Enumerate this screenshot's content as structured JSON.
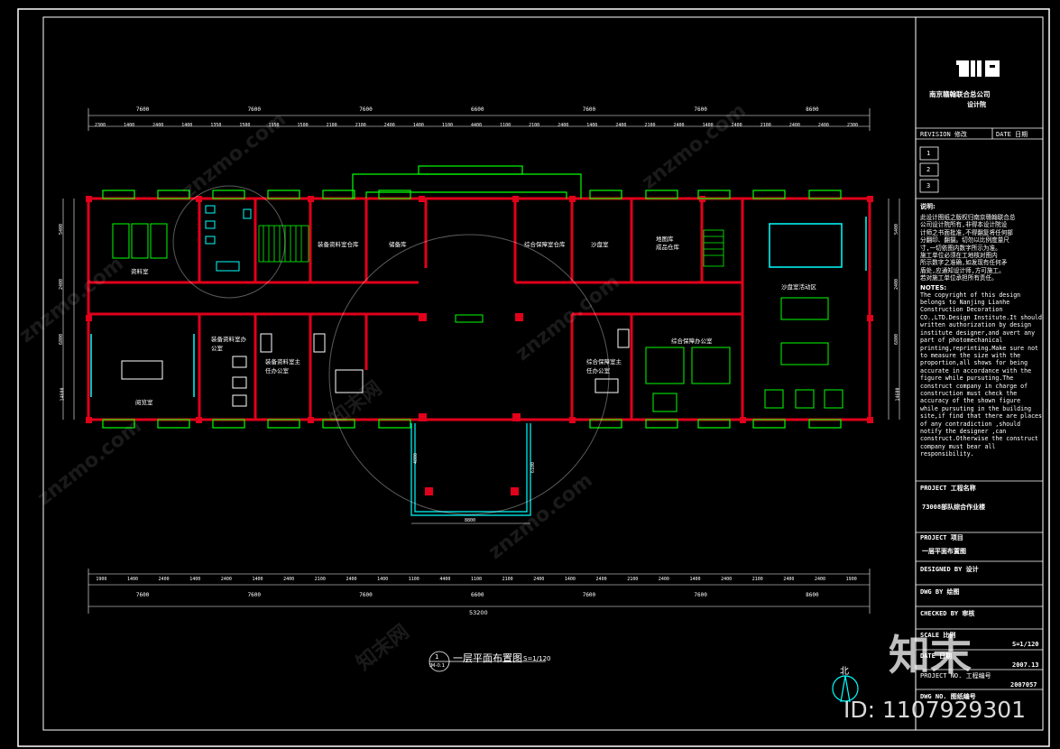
{
  "company": {
    "name": "南京赣翰联合总公司",
    "institute": "设计院"
  },
  "revision": {
    "header": "REVISION 修改",
    "date_header": "DATE 日期",
    "items": [
      "1",
      "2",
      "3"
    ]
  },
  "notes": {
    "title": "说明:",
    "cn": [
      "此设计图纸之版权归南京赣翰联合总",
      "公司设计院所有,非得本设计院设",
      "计师之书面批准,不得翻复将任何部",
      "分翻印、翻摄。切勿以比例度量尺",
      "寸,一切依图内数字所示为准。",
      "    施工单位必须在工地核对图内",
      "所示数字之准确,如发现有任何矛",
      "盾处,应通知设计师,方可施工。",
      "若对施工单位承担所有责任。"
    ],
    "en_title": "NOTES:",
    "en": [
      "The copyright of this design",
      "belongs to Nanjing Lianhe",
      "Construction Decoration",
      "CO.,LTD.Design Institute.It should",
      "written authorization by design",
      "institute designer,and avert any",
      "part of photomechanical",
      "printing,reprinting.Make sure not",
      "to measure the size with the",
      "proportion,all shows for being",
      "accurate in accordance with the",
      "figure while pursuting.The",
      "construct company in charge of",
      "construction must check the",
      "accuracy of the shown figure",
      "while pursuting in the building",
      "site,if find that there are places",
      "of any contradiction ,should",
      "notify the designer ,can",
      "construct.Otherwise the construct",
      "company must bear all",
      "responsibility."
    ]
  },
  "project": {
    "label": "PROJECT 工程名称",
    "name": "73008部队综合作业楼",
    "drawing_label": "PROJECT 项目",
    "drawing_name": "一层平面布置图"
  },
  "meta": {
    "designed": "DESIGNED BY 设计",
    "drawn": "DWG BY 绘图",
    "checked": "CHECKED BY 审核",
    "scale_label": "SCALE 比例",
    "scale_value": "S=1/120",
    "date_label": "DATE 日期",
    "date_value": "2007.13",
    "project_no": "PROJECT NO. 工程编号",
    "project_no_value": "2007057",
    "dwg_no": "DWG NO. 图纸编号"
  },
  "drawing": {
    "title": "一层平面布置图",
    "scale": "S=1/120",
    "ref_top": "1",
    "ref_bottom": "IM-0.1",
    "north": "北",
    "total_width": "53200"
  },
  "dims": {
    "top_major": [
      "7600",
      "7600",
      "7600",
      "6600",
      "7600",
      "7600",
      "8600"
    ],
    "top_minor": [
      "2300",
      "1400",
      "2400",
      "1400",
      "1350",
      "1500",
      "1950",
      "1500",
      "2100",
      "2100",
      "2400",
      "1400",
      "1100",
      "4400",
      "1100",
      "2100",
      "2400",
      "1400",
      "2400",
      "2100",
      "2400",
      "1400",
      "2400",
      "2100",
      "2400",
      "2400",
      "2300"
    ],
    "bottom_minor": [
      "1900",
      "1400",
      "2400",
      "1400",
      "2400",
      "1400",
      "2400",
      "2100",
      "2400",
      "1400",
      "1100",
      "4400",
      "1100",
      "2100",
      "2400",
      "1400",
      "2400",
      "2100",
      "2400",
      "1400",
      "2400",
      "2100",
      "2400",
      "2400",
      "1900"
    ],
    "bottom_major": [
      "7600",
      "7600",
      "7600",
      "6600",
      "7600",
      "7600",
      "8600"
    ],
    "left": [
      "5400",
      "2400",
      "6800",
      "14600"
    ],
    "right": [
      "5400",
      "2400",
      "6800",
      "14600"
    ],
    "porch": [
      "8800",
      "4800",
      "6100"
    ]
  },
  "rooms": [
    {
      "label": "资料室"
    },
    {
      "label": "装备资料室仓库"
    },
    {
      "label": "储备库"
    },
    {
      "label": "综合保障室仓库"
    },
    {
      "label": "沙盘室"
    },
    {
      "label": "地图库"
    },
    {
      "label": "成品仓库"
    },
    {
      "label": "沙盘室活动区"
    },
    {
      "label": "阅览室"
    },
    {
      "label": "装备资料室办公室"
    },
    {
      "label": "装备资料室主任办公室"
    },
    {
      "label": "综合保障室主任办公室"
    },
    {
      "label": "综合保障办公室"
    }
  ],
  "watermark": {
    "site": "znzmo.com",
    "brand": "知末",
    "brand2": "知末网",
    "id": "ID: 1107929301"
  },
  "colors": {
    "wall": "#e0001b",
    "furniture": "#00ff00",
    "window": "#00ffff",
    "dim": "#ffffff",
    "frame": "#ffffff"
  }
}
